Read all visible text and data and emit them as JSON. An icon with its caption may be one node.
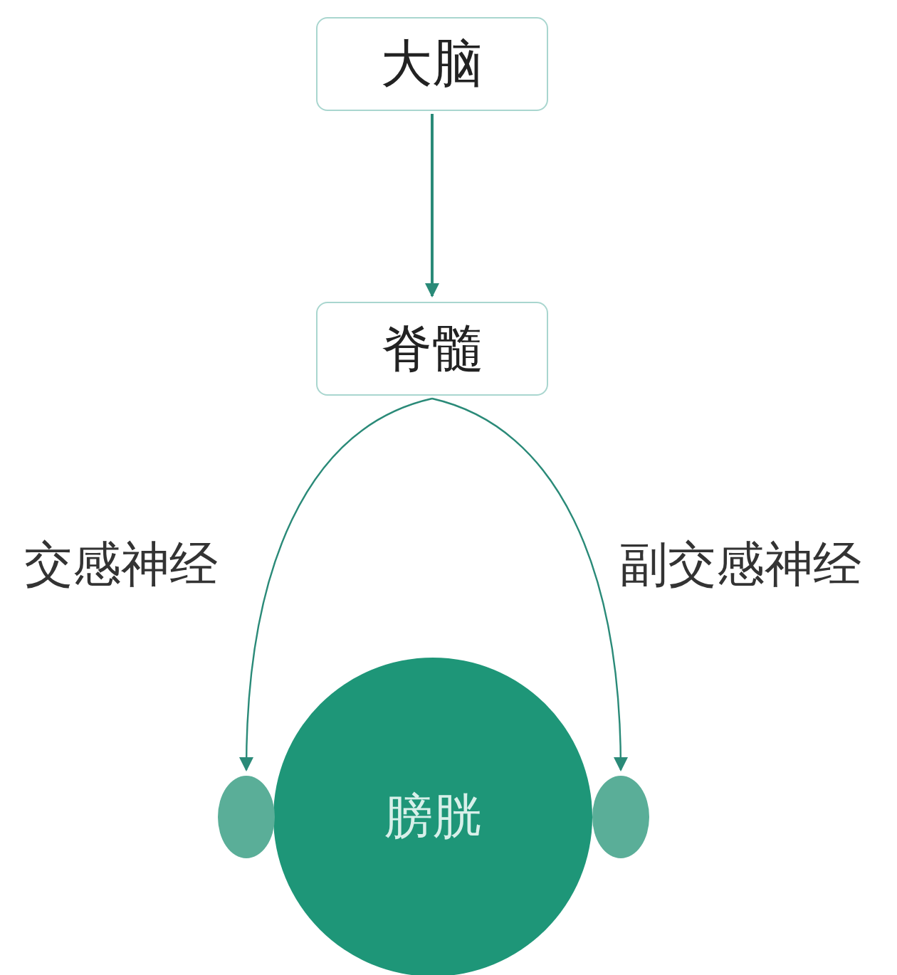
{
  "diagram": {
    "nodes": [
      {
        "text": [
          "大脑"
        ]
      },
      {
        "text": [
          "脊髓"
        ]
      },
      {
        "text": [
          "膀胱"
        ]
      },
      {
        "text": [],
        "shape": "circle"
      },
      {
        "text": [],
        "shape": "circle"
      }
    ],
    "edges": [
      {
        "from": 0,
        "to": 1,
        "arrow": "to"
      },
      {
        "from": 1,
        "to": 3,
        "arrow": "to",
        "label": "交感神经"
      },
      {
        "from": 1,
        "to": 4,
        "arrow": "to",
        "label": "副交感神经"
      }
    ]
  }
}
